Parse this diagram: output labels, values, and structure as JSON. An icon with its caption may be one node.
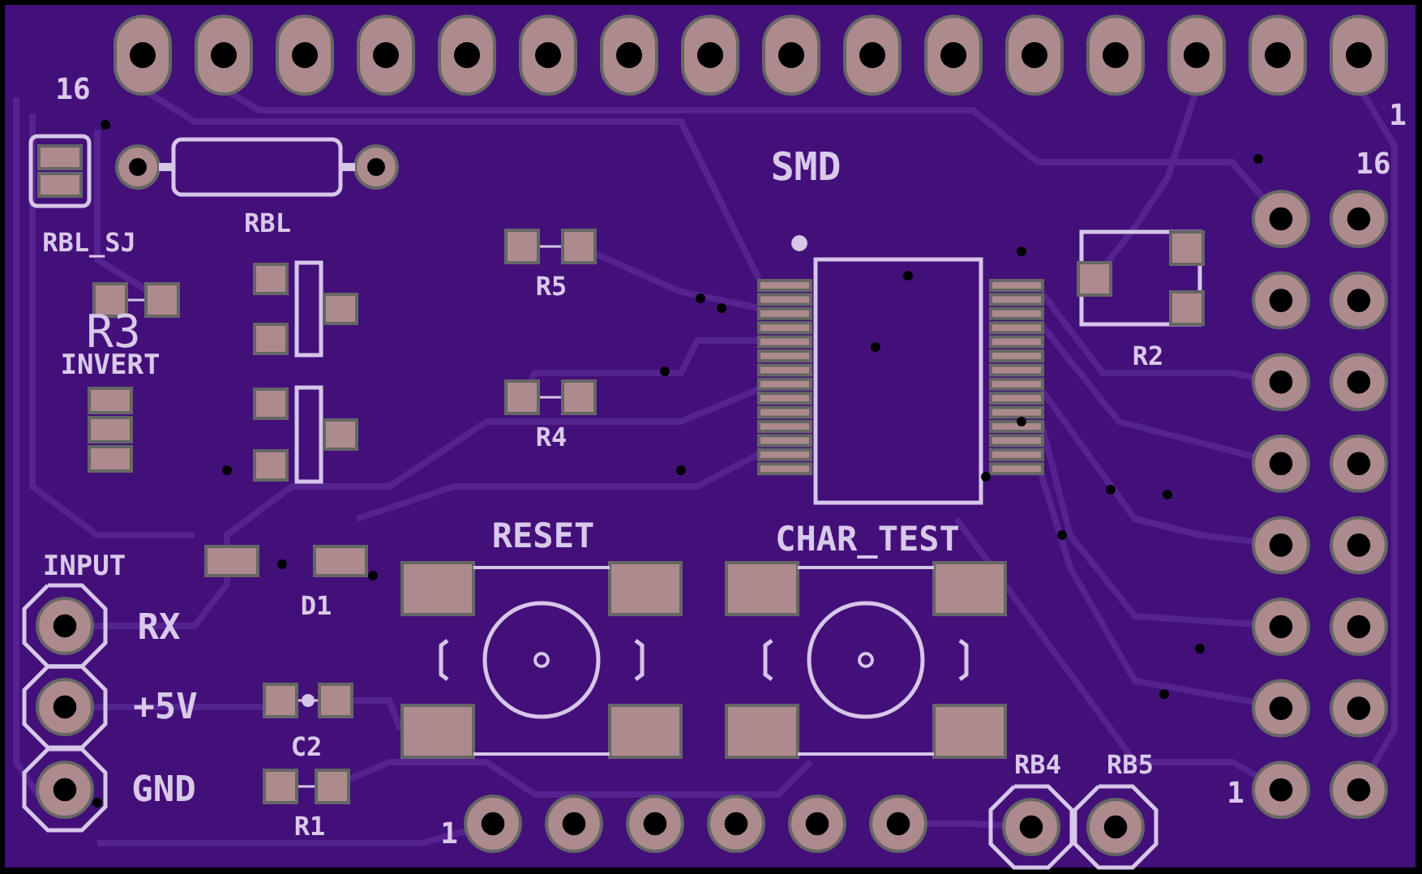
{
  "diagram": {
    "labels": [
      "16",
      "1",
      "SMD",
      "16",
      "RBL_SJ",
      "RBL",
      "R5",
      "R2",
      "R3",
      "INVERT",
      "R4",
      "RESET",
      "CHAR_TEST",
      "INPUT",
      "RX",
      "D1",
      "+5V",
      "C2",
      "GND",
      "1",
      "R1",
      "RB4",
      "RB5",
      "1"
    ]
  }
}
